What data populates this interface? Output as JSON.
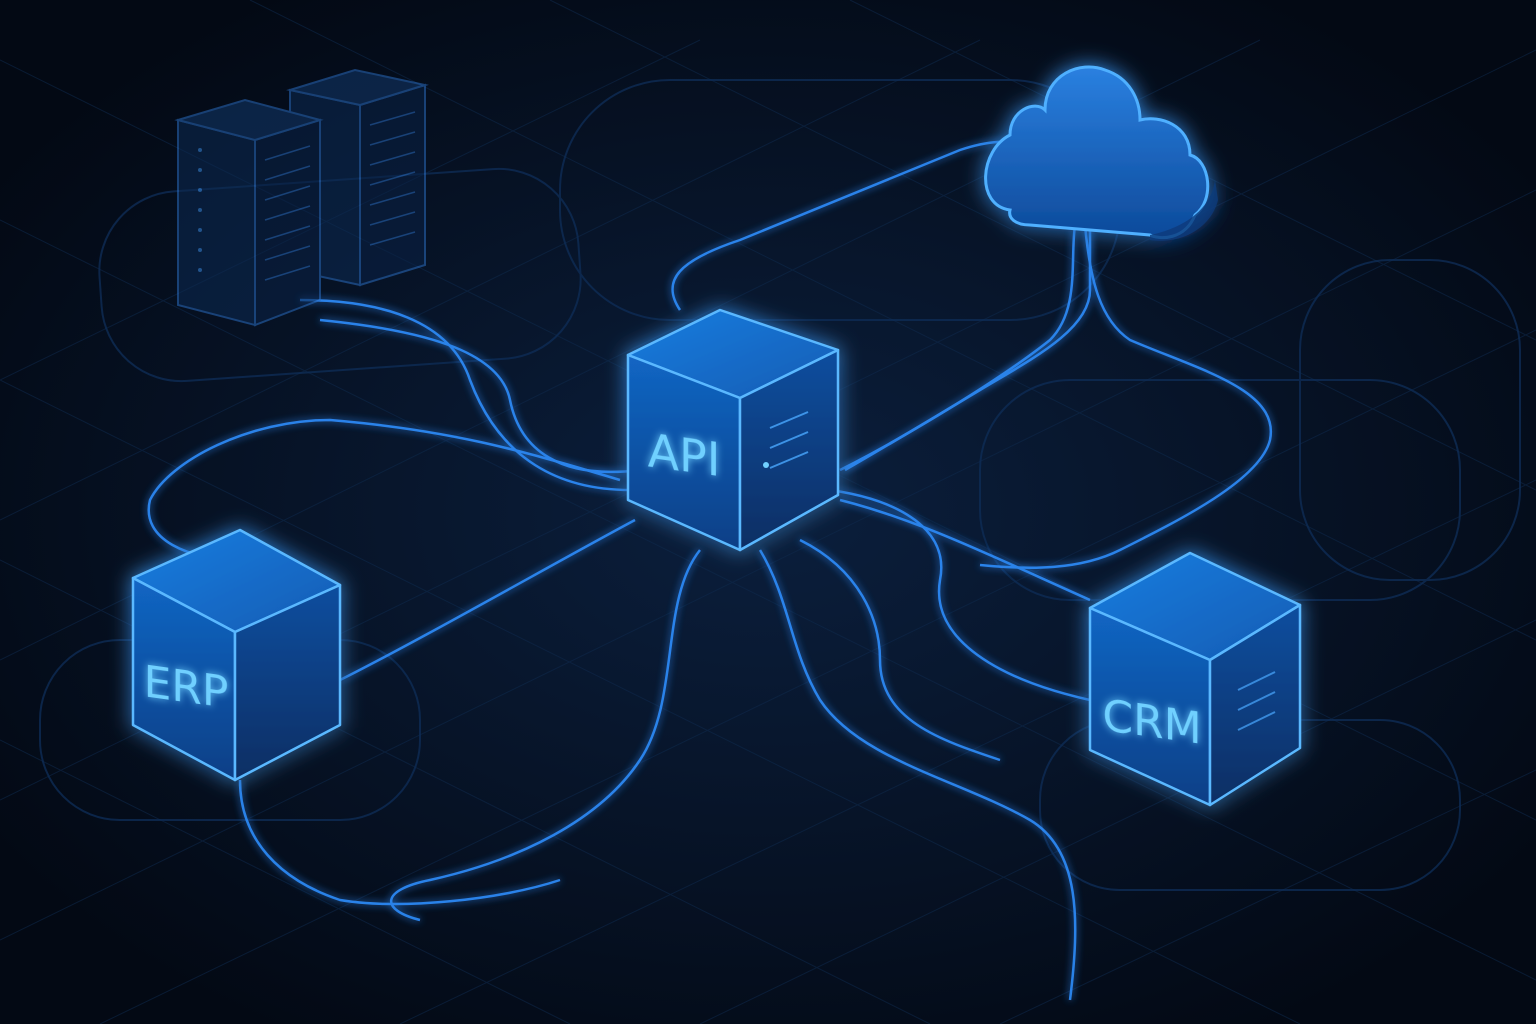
{
  "nodes": {
    "api": {
      "label": "API"
    },
    "erp": {
      "label": "ERP"
    },
    "crm": {
      "label": "CRM"
    }
  },
  "colors": {
    "background": "#040b17",
    "accent": "#2f8fff",
    "glow": "#3aa0ff",
    "cube_face": "#0f4f9c",
    "label": "#6fd0ff"
  },
  "icons": [
    "server-rack-icon",
    "cloud-icon",
    "cube-icon"
  ]
}
